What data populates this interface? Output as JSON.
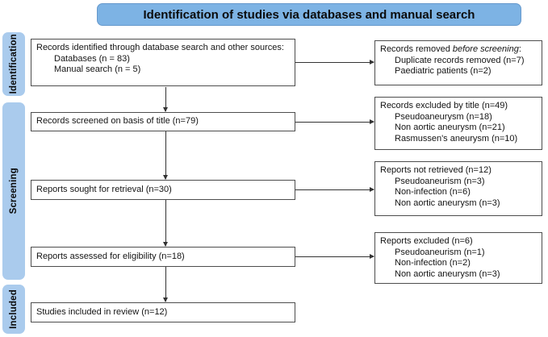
{
  "title": "Identification of studies via databases and manual search",
  "stages": [
    "Identification",
    "Screening",
    "Included"
  ],
  "left_boxes": {
    "identified": {
      "title": "Records identified through database search and other sources:",
      "items": [
        "Databases (n = 83)",
        "Manual search (n = 5)"
      ]
    },
    "screened": "Records screened on basis of title (n=79)",
    "sought": "Reports sought for retrieval (n=30)",
    "assessed": "Reports assessed for eligibility (n=18)",
    "included": "Studies included in review (n=12)"
  },
  "right_boxes": {
    "removed": {
      "title_prefix": "Records removed ",
      "title_italic": "before screening",
      "title_suffix": ":",
      "items": [
        "Duplicate records removed  (n=7)",
        "Paediatric patients (n=2)"
      ]
    },
    "excluded_by_title": {
      "title": "Records excluded by title  (n=49)",
      "items": [
        "Pseudoaneurysm (n=18)",
        "Non aortic aneurysm (n=21)",
        "Rasmussen's aneurysm (n=10)"
      ]
    },
    "not_retrieved": {
      "title": "Reports not retrieved (n=12)",
      "items": [
        "Pseudoaneurism (n=3)",
        "Non-infection (n=6)",
        "Non aortic aneurysm (n=3)"
      ]
    },
    "excluded": {
      "title": "Reports excluded (n=6)",
      "items": [
        "Pseudoaneurism (n=1)",
        "Non-infection (n=2)",
        "Non aortic aneurysm (n=3)"
      ]
    }
  },
  "colors": {
    "header_bg": "#7db3e4",
    "stage_bg": "#aacbed",
    "box_border": "#4d4d4d",
    "arrow": "#333333",
    "text": "#141414"
  }
}
